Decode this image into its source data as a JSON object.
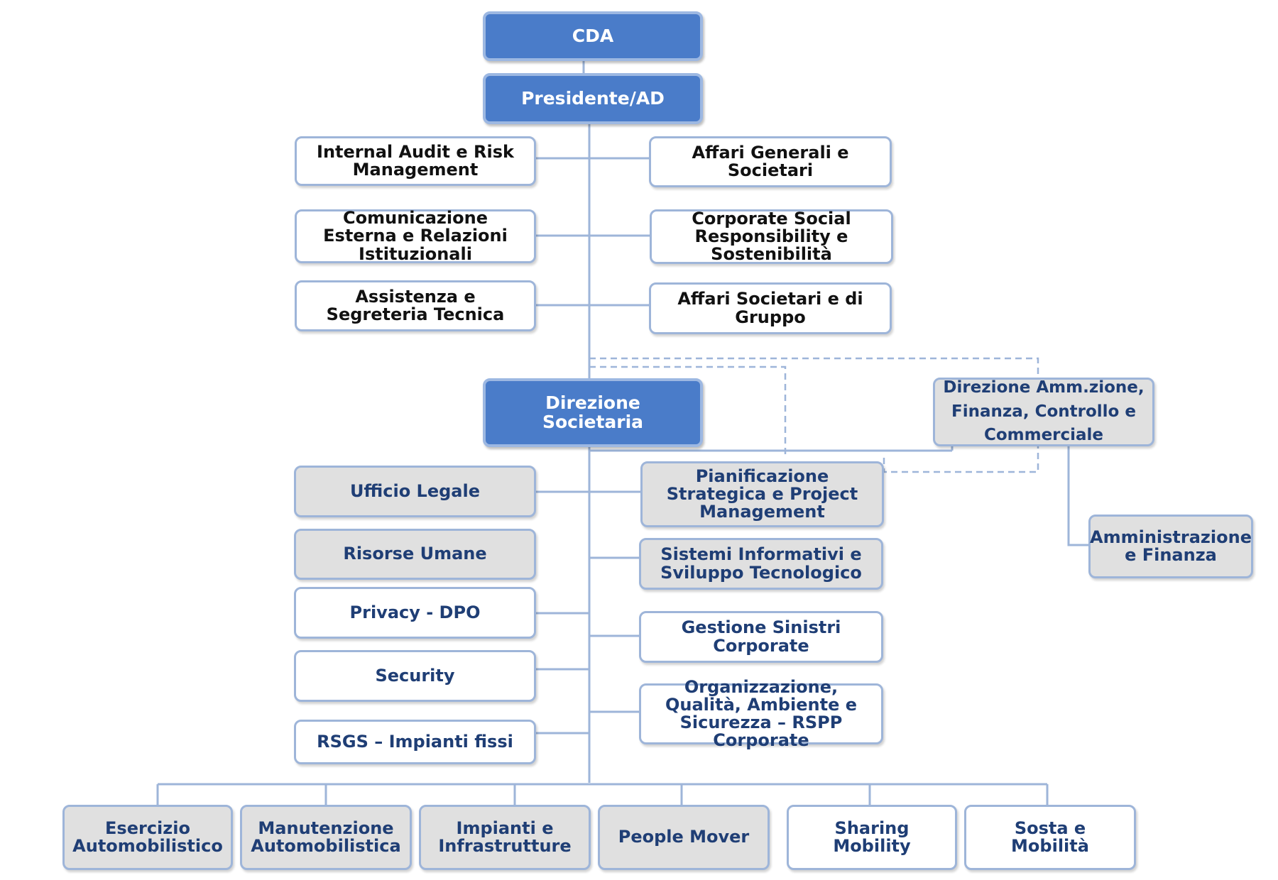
{
  "top": {
    "cda": "CDA",
    "presidente": "Presidente/AD"
  },
  "staff_left": [
    "Internal Audit e Risk Management",
    "Comunicazione  Esterna e Relazioni Istituzionali",
    "Assistenza e Segreteria Tecnica"
  ],
  "staff_right": [
    "Affari Generali e Societari",
    "Corporate Social Responsibility e Sostenibilità",
    "Affari Societari e di Gruppo"
  ],
  "direzione_societaria": "Direzione Societaria",
  "direzione_amm": "Direzione Amm.zione, Finanza, Controllo e Commerciale",
  "amministrazione_finanza": "Amministrazione e Finanza",
  "societaria_left": [
    "Ufficio Legale",
    "Risorse Umane",
    "Privacy - DPO",
    "Security",
    "RSGS – Impianti fissi"
  ],
  "societaria_right": [
    "Pianificazione Strategica e Project Management",
    "Sistemi Informativi e Sviluppo Tecnologico",
    "Gestione Sinistri Corporate",
    "Organizzazione, Qualità, Ambiente e Sicurezza – RSPP Corporate"
  ],
  "bottom": [
    "Esercizio Automobilistico",
    "Manutenzione Automobilistica",
    "Impianti e Infrastrutture",
    "People Mover",
    "Sharing Mobility",
    "Sosta e Mobilità"
  ],
  "colors": {
    "header_fill": "#4a7cc9",
    "grey_fill": "#e0e0e0",
    "connector": "#9eb5d9",
    "navy_text": "#1f3e75"
  }
}
